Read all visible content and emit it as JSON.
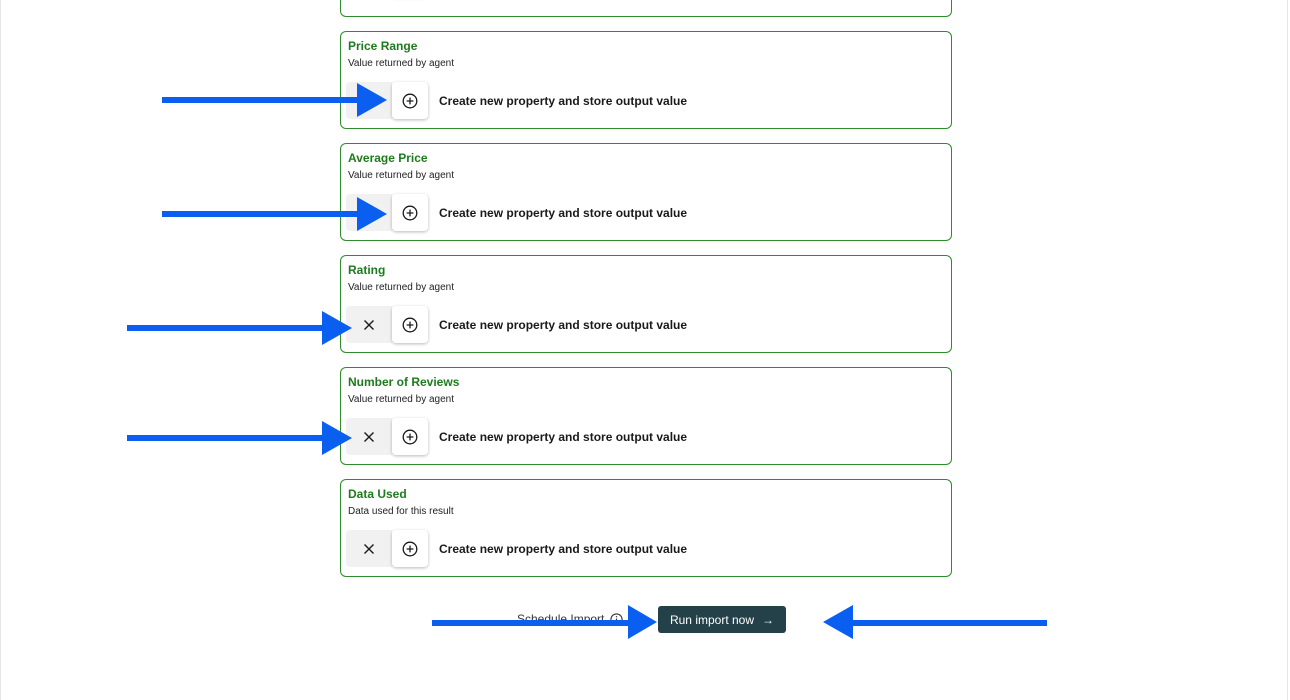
{
  "fields": [
    {
      "title": "Price Range",
      "subtitle": "Value returned by agent",
      "has_remove": false,
      "action_label": "Create new property and store output value"
    },
    {
      "title": "Average Price",
      "subtitle": "Value returned by agent",
      "has_remove": false,
      "action_label": "Create new property and store output value"
    },
    {
      "title": "Rating",
      "subtitle": "Value returned by agent",
      "has_remove": true,
      "action_label": "Create new property and store output value"
    },
    {
      "title": "Number of Reviews",
      "subtitle": "Value returned by agent",
      "has_remove": true,
      "action_label": "Create new property and store output value"
    },
    {
      "title": "Data Used",
      "subtitle": "Data used for this result",
      "has_remove": true,
      "action_label": "Create new property and store output value"
    }
  ],
  "footer": {
    "schedule_label": "Schedule Import",
    "run_label": "Run import now",
    "run_arrow": "→"
  },
  "colors": {
    "card_border": "#2e8b2e",
    "title_green": "#1e7a1e",
    "run_button_bg": "#24414a",
    "annotation_arrow": "#0a5ff0"
  },
  "icons": {
    "add": "plus-circle-icon",
    "remove": "close-icon",
    "info": "info-icon",
    "annotation": "blue-arrow-annotation"
  }
}
